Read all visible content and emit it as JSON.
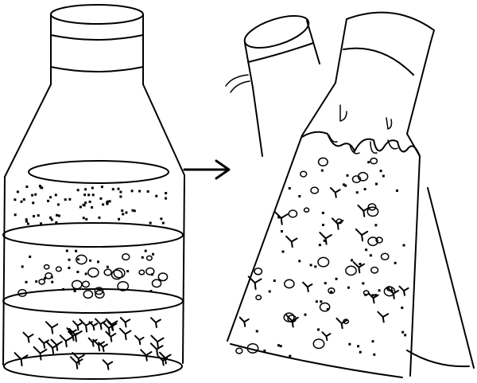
{
  "figure": {
    "ink_color": "#000000",
    "background_color": "#ffffff",
    "panels": [
      {
        "id": "before",
        "object": "flask-upright",
        "layers": [
          "fine-particles",
          "bubbles",
          "star-shaped-debris"
        ]
      },
      {
        "id": "after",
        "object": "flasks-tilted-shaken",
        "layers": [
          "foam-top",
          "mixed-particles-bubbles-debris"
        ]
      }
    ],
    "connector_icon": "right-arrow-icon"
  }
}
